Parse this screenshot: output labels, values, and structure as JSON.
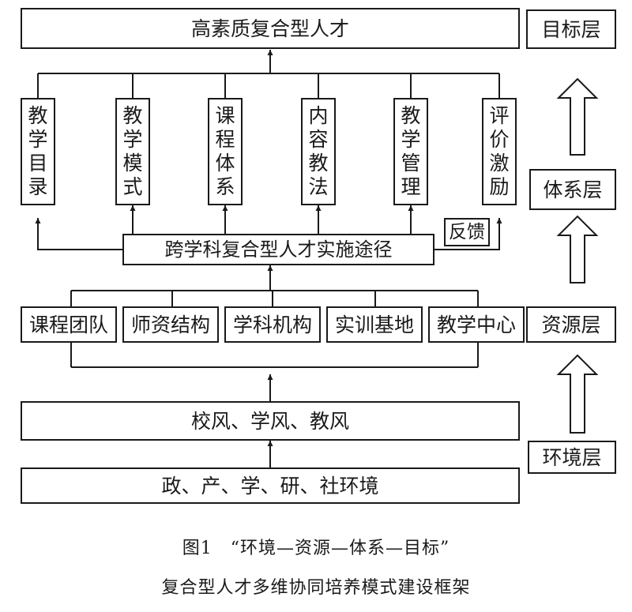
{
  "goal": "高素质复合型人才",
  "pathway": "跨学科复合型人才实施途径",
  "feedback": "反馈",
  "elements": [
    {
      "id": "e1",
      "label": "教学目录"
    },
    {
      "id": "e2",
      "label": "教学模式"
    },
    {
      "id": "e3",
      "label": "课程体系"
    },
    {
      "id": "e4",
      "label": "内容教法"
    },
    {
      "id": "e5",
      "label": "教学管理"
    },
    {
      "id": "e6",
      "label": "评价激励"
    }
  ],
  "resources": [
    {
      "id": "r1",
      "label": "课程团队"
    },
    {
      "id": "r2",
      "label": "师资结构"
    },
    {
      "id": "r3",
      "label": "学科机构"
    },
    {
      "id": "r4",
      "label": "实训基地"
    },
    {
      "id": "r5",
      "label": "教学中心"
    }
  ],
  "culture": "校风、学风、教风",
  "environment": "政、产、学、研、社环境",
  "layers": {
    "goal": "目标层",
    "system": "体系层",
    "resource": "资源层",
    "environment": "环境层"
  },
  "caption": {
    "line1": "图1　“环境—资源—体系—目标”",
    "line2": "复合型人才多维协同培养模式建设框架"
  }
}
